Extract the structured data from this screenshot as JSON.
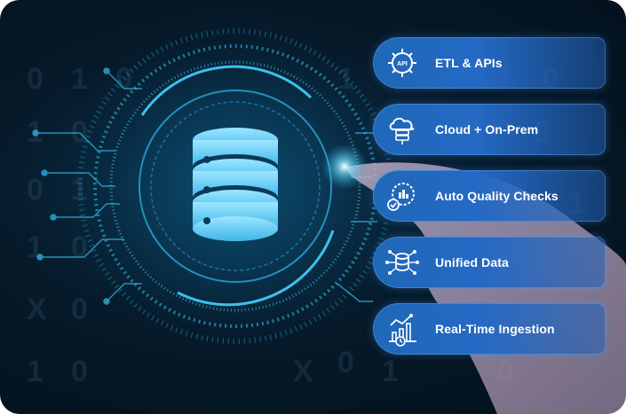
{
  "colors": {
    "background": "#04131f",
    "glow": "#27c8ff",
    "card": "#2569c4"
  },
  "features": [
    {
      "label": "ETL & APIs",
      "icon": "api-gear-icon"
    },
    {
      "label": "Cloud + On-Prem",
      "icon": "cloud-server-icon"
    },
    {
      "label": "Auto Quality Checks",
      "icon": "quality-gauge-icon"
    },
    {
      "label": "Unified Data",
      "icon": "database-network-icon"
    },
    {
      "label": "Real-Time Ingestion",
      "icon": "realtime-chart-icon"
    }
  ],
  "icon_texts": {
    "api": "API"
  }
}
